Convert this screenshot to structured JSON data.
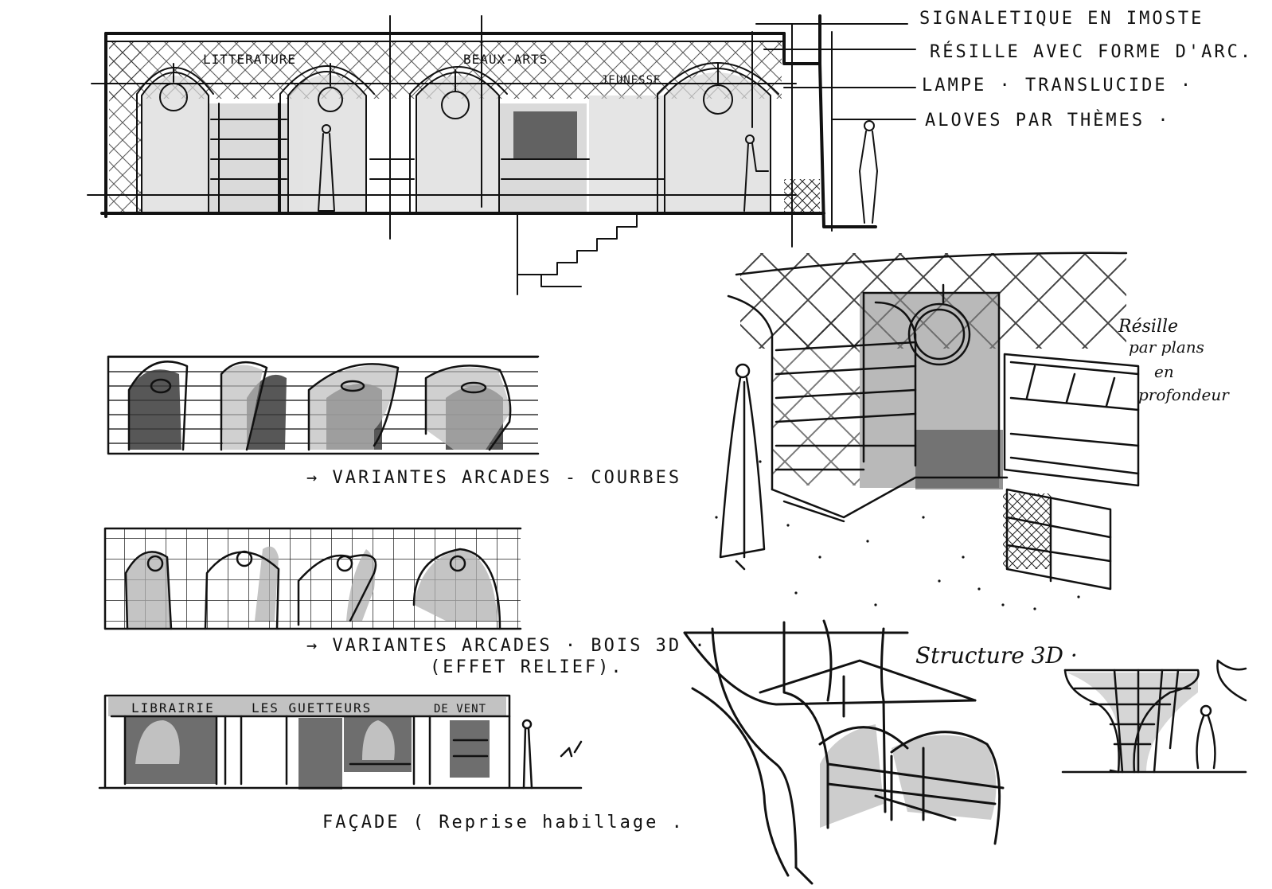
{
  "elevation": {
    "section_labels": [
      "LITTERATURE",
      "BEAUX-ARTS",
      "JEUNESSE"
    ],
    "annotations": [
      "SIGNALETIQUE EN IMOSTE",
      "RÉSILLE AVEC FORME D'ARC.",
      "LAMPE · TRANSLUCIDE ·",
      "ALOVES PAR THÈMES ·"
    ]
  },
  "perspective": {
    "annotation_lines": [
      "Résille",
      "par plans",
      "en",
      "profondeur"
    ]
  },
  "variants": {
    "curves_caption": "→ VARIANTES ARCADES - COURBES",
    "wood_caption_line1": "→ VARIANTES ARCADES · BOIS 3D ·",
    "wood_caption_line2": "(EFFET RELIEF)."
  },
  "facade": {
    "signage": [
      "LIBRAIRIE",
      "LES GUETTEURS",
      "DE VENT"
    ],
    "caption": "FAÇADE ( Reprise habillage ."
  },
  "structure": {
    "caption": "Structure 3D ·"
  },
  "colors": {
    "ink": "#111111",
    "wash_dark": "#3a3a3a",
    "wash_mid": "#7a7a7a",
    "wash_light": "#c9c9c9",
    "paper": "#ffffff"
  }
}
